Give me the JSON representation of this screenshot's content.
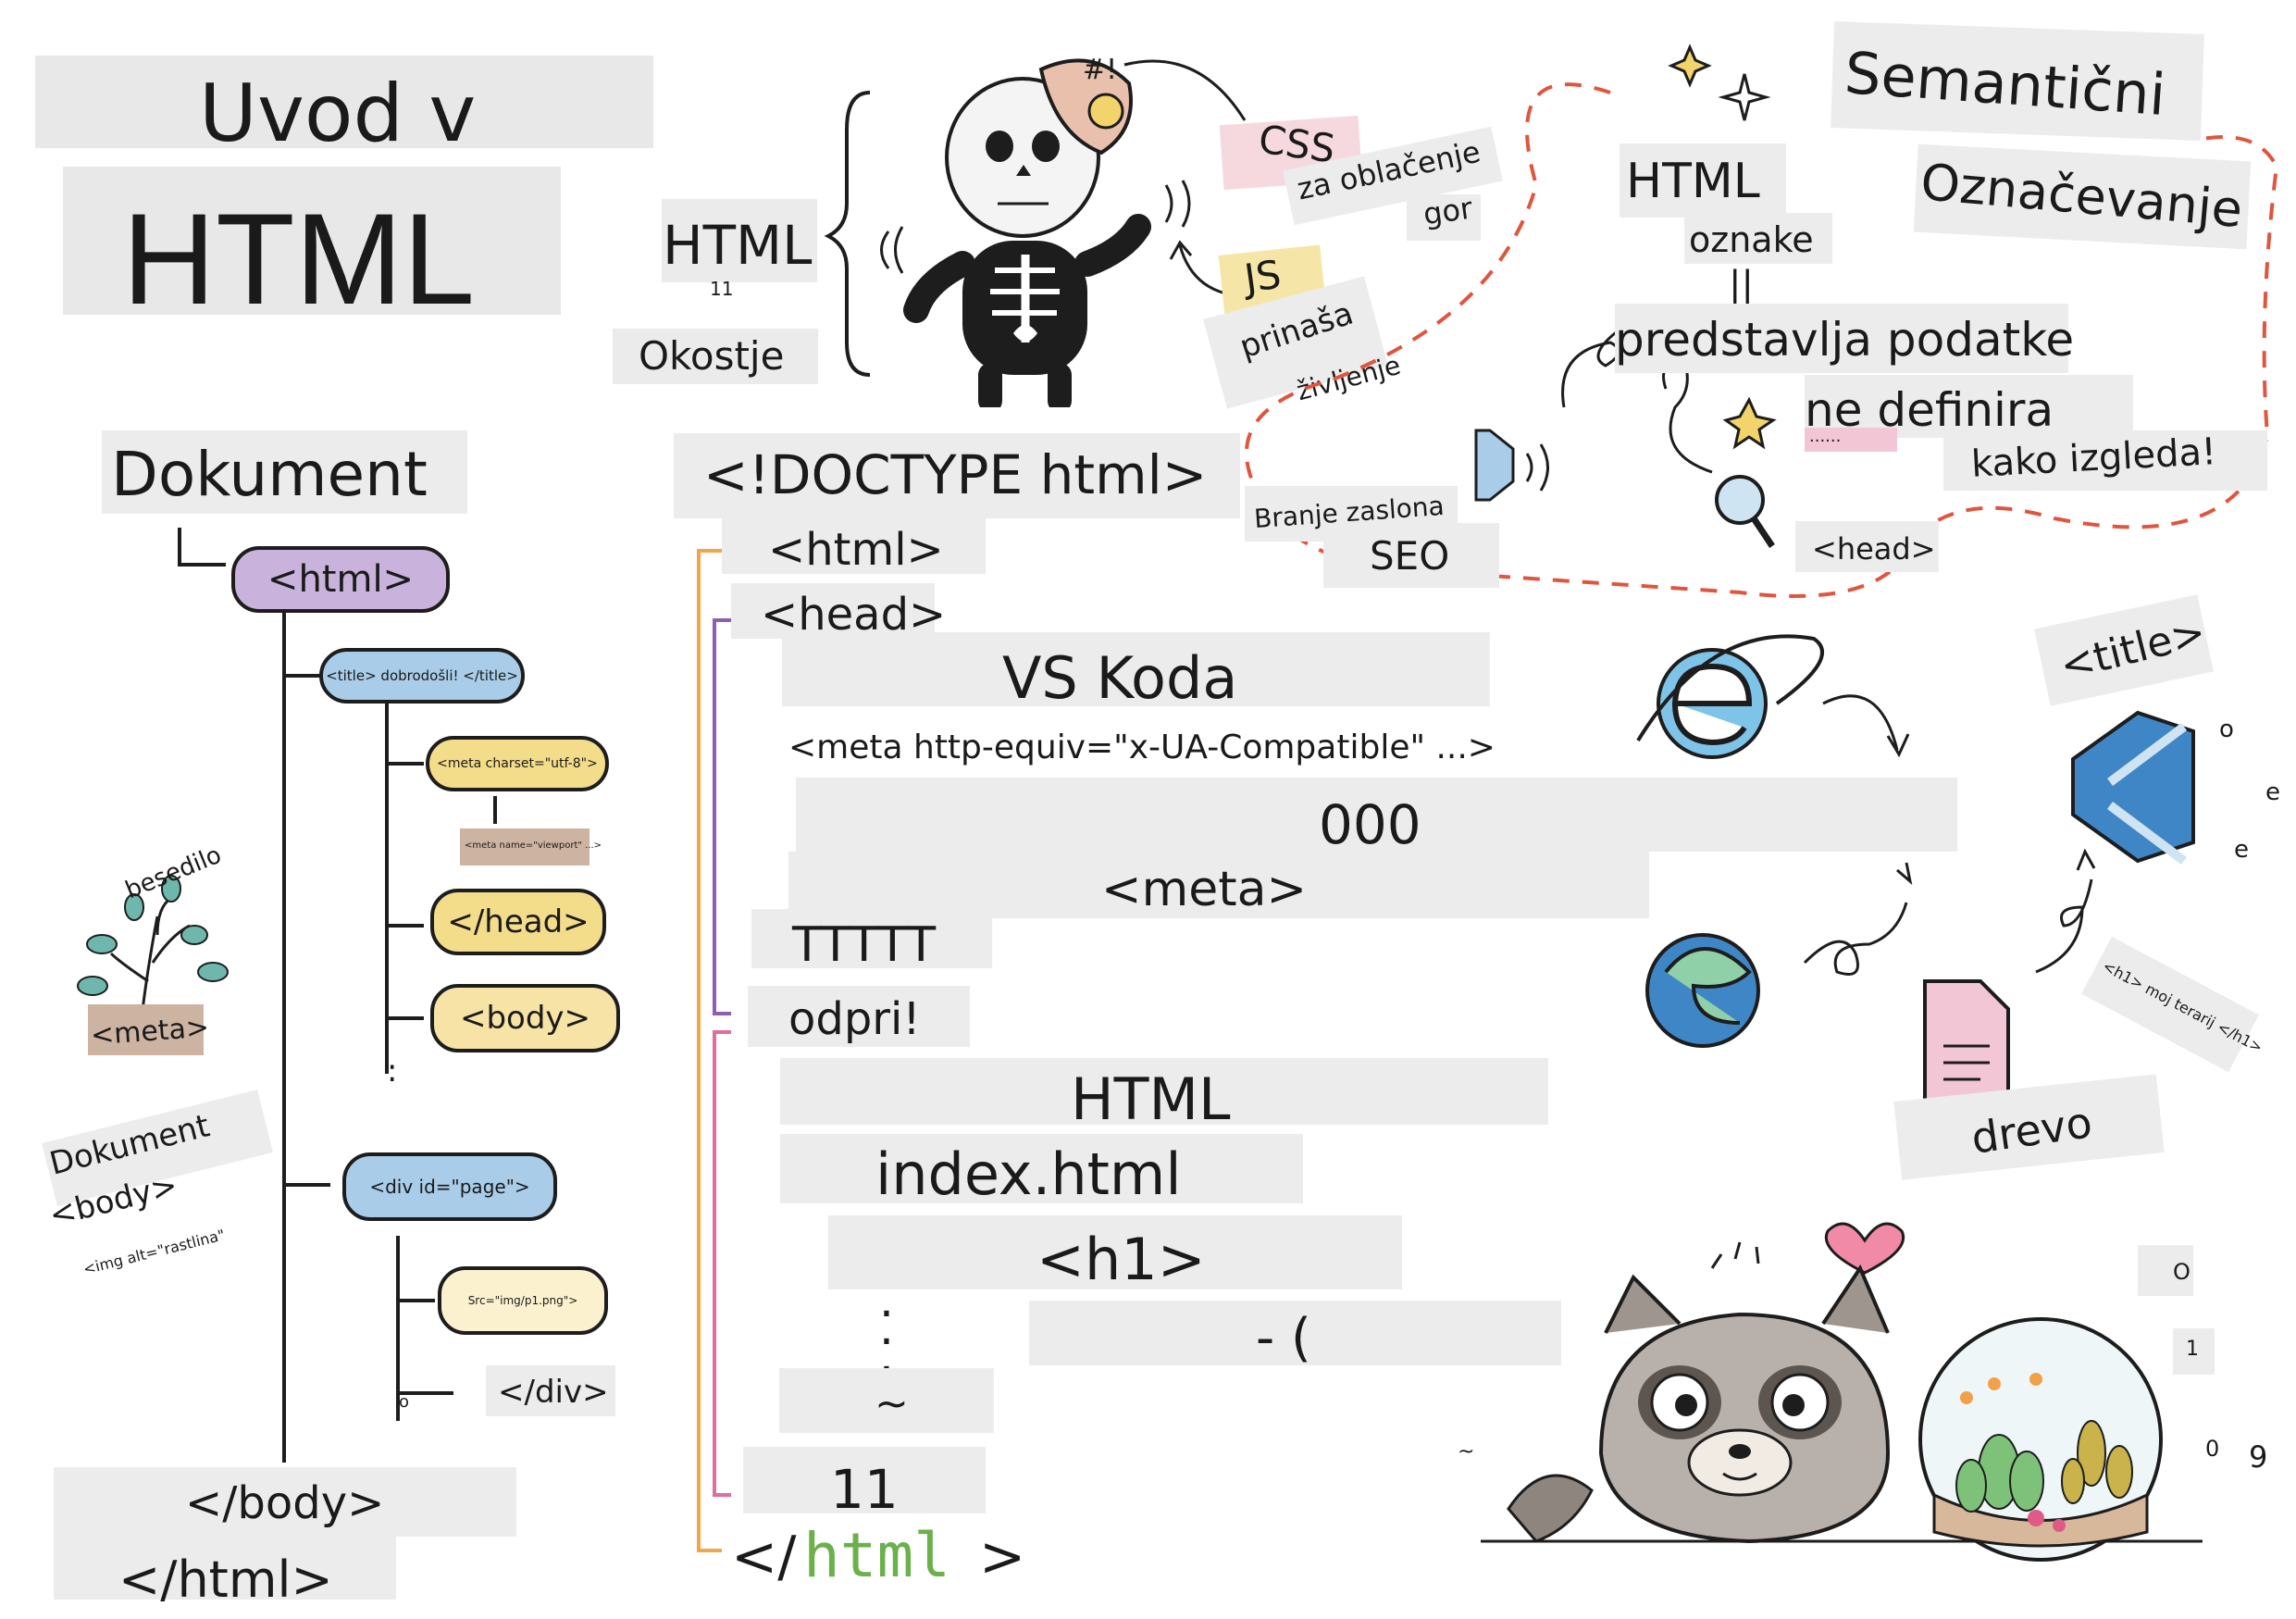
{
  "title": {
    "line1": "Uvod v",
    "line2": "HTML"
  },
  "skeleton": {
    "html": "HTML",
    "num": "11",
    "okostje": "Okostje",
    "css": "CSS",
    "css_note": "za oblačenje",
    "gor": "gor",
    "js": "JS",
    "js_note": "prinaša",
    "js_note2": "življenje",
    "hat_mark": "#!"
  },
  "semantic": {
    "title": "Semantični",
    "title2": "Označevanje",
    "html": "HTML",
    "oznake": "oznake",
    "eq": "||",
    "predstavlja": "predstavlja podatke",
    "ne_definira": "ne definira",
    "dots": "......",
    "kako": "kako izgleda!",
    "branje": "Branje zaslona",
    "seo": "SEO",
    "head": "<head>"
  },
  "tree": {
    "heading": "Dokument",
    "html": "<html>",
    "title": "<title> dobrodošli! </title>",
    "meta_charset": "<meta charset=\"utf-8\">",
    "meta_viewport": "<meta name=\"viewport\" ...>",
    "head_close": "</head>",
    "body": "<body>",
    "div": "<div id=\"page\">",
    "img_src": "Src=\"img/p1.png\">",
    "div_close": "</div>",
    "small_o": "o",
    "body_close": "</body>",
    "html_close": "</html>",
    "plant_label": "besedilo",
    "plant_meta": "<meta>",
    "dok": "Dokument",
    "dok_body": "<body>",
    "img_alt": "<img alt=\"rastlina\""
  },
  "code": {
    "doctype": "<!DOCTYPE html>",
    "html": "<html>",
    "head": "<head>",
    "vs": "VS Koda",
    "meta_http": "<meta http-equiv=\"x-UA-Compatible\" ...>",
    "ooo": "000",
    "meta": "<meta>",
    "ttt": "TTTTT",
    "odpri": "odpri!",
    "html2": "HTML",
    "index": "index.html",
    "h1": "<h1>",
    "paren": "- (",
    "tilde": "~",
    "eleven": "11",
    "html_close_a": "</",
    "html_close_b": "html",
    "html_close_c": ">"
  },
  "browsers": {
    "title": "<title>",
    "h1_note": "<h1> moj terarij </h1>",
    "drevo": "drevo"
  },
  "misc": {
    "o": "O",
    "one": "1",
    "zero": "0",
    "nine": "9",
    "tilde": "~",
    "e1": "o",
    "e2": "e",
    "e3": "e"
  },
  "colors": {
    "purple": "#c9b3dc",
    "blue": "#a9cce8",
    "yellow": "#f3dc8a",
    "brown": "#cdb3a1",
    "pink_dash": "#e0553e",
    "orange_brace": "#f0a64a",
    "purple_brace": "#8d5fb3",
    "pink_brace": "#e06d9b",
    "green": "#6bb04a"
  }
}
